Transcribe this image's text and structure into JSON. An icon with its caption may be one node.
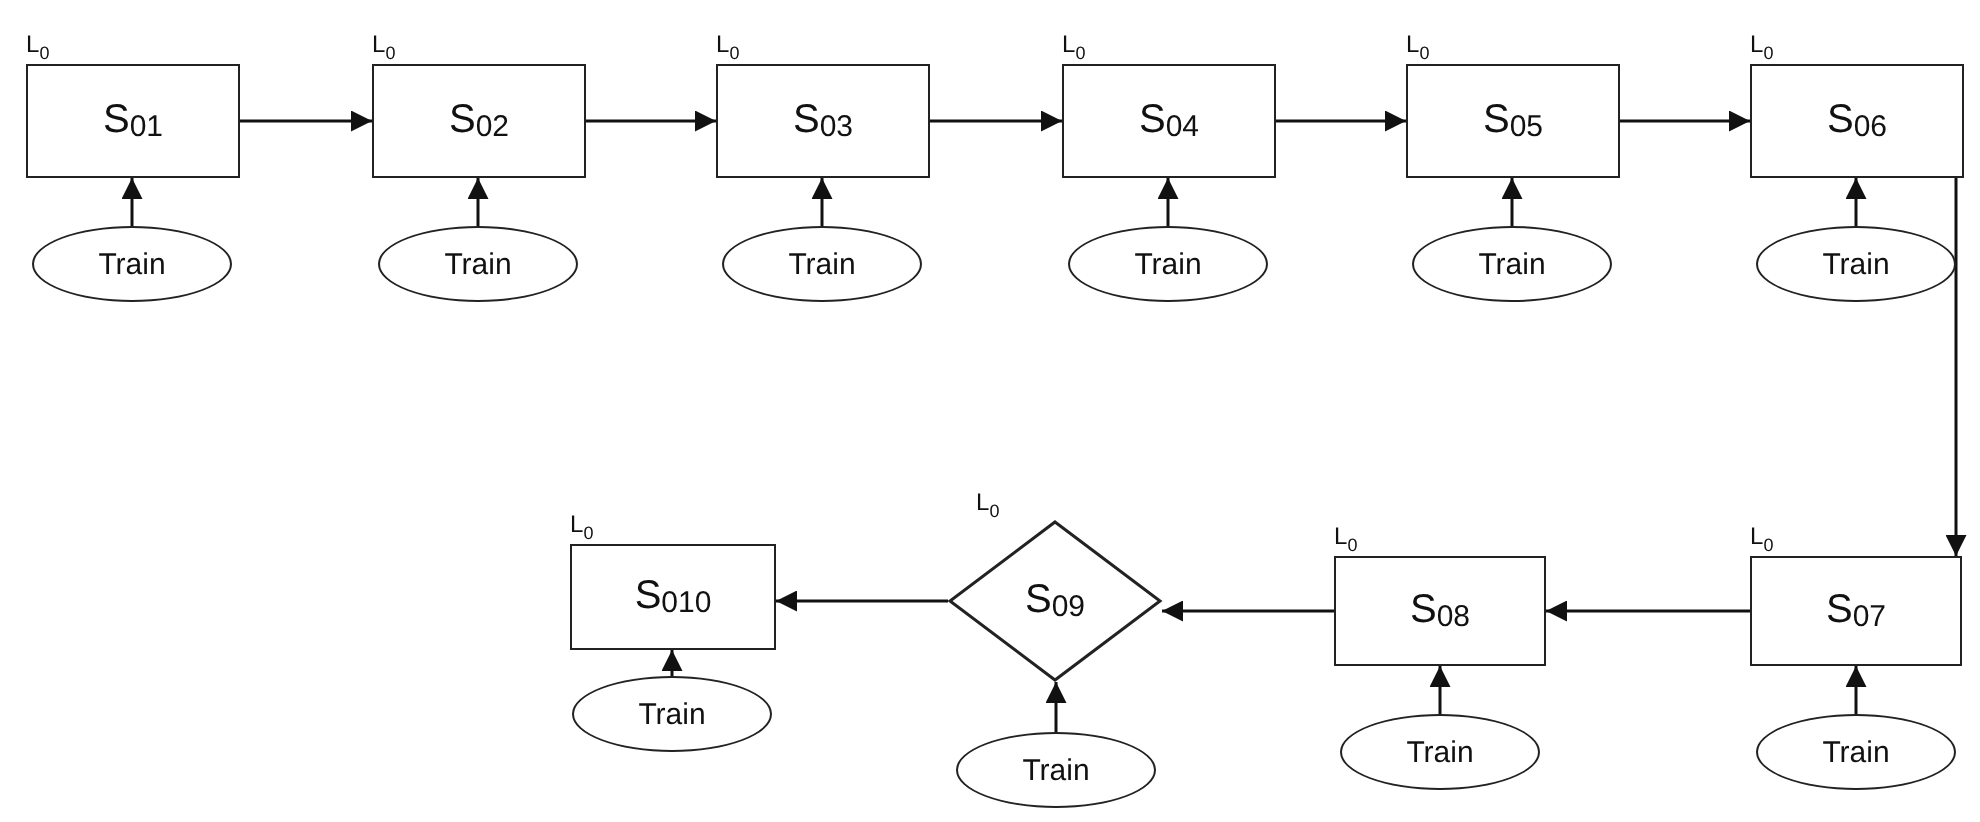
{
  "diagram": {
    "nodes": [
      {
        "text": [
          "S$_{01}$"
        ],
        "beside": [
          "L$_{0}$"
        ]
      },
      {
        "text": [
          "S$_{02}$"
        ],
        "beside": [
          "L$_{0}$"
        ]
      },
      {
        "text": [
          "S$_{03}$"
        ],
        "beside": [
          "L$_{0}$"
        ]
      },
      {
        "text": [
          "S$_{04}$"
        ],
        "beside": [
          "L$_{0}$"
        ]
      },
      {
        "text": [
          "S$_{05}$"
        ],
        "beside": [
          "L$_{0}$"
        ]
      },
      {
        "text": [
          "S$_{06}$"
        ],
        "beside": [
          "L$_{0}$"
        ]
      },
      {
        "text": [
          "S$_{07}$"
        ],
        "beside": [
          "L$_{0}$"
        ]
      },
      {
        "text": [
          "S$_{08}$"
        ],
        "beside": [
          "L$_{0}$"
        ]
      },
      {
        "text": [
          "S$_{09}$"
        ],
        "beside": [
          "L$_{0}$"
        ]
      },
      {
        "text": [
          "S$_{010}$"
        ],
        "beside": [
          "L$_{0}$"
        ]
      },
      {
        "text": [
          "Train"
        ]
      },
      {
        "text": [
          "Train"
        ]
      },
      {
        "text": [
          "Train"
        ]
      },
      {
        "text": [
          "Train"
        ]
      },
      {
        "text": [
          "Train"
        ]
      },
      {
        "text": [
          "Train"
        ]
      },
      {
        "text": [
          "Train"
        ]
      },
      {
        "text": [
          "Train"
        ]
      },
      {
        "text": [
          "Train"
        ]
      },
      {
        "text": [
          "Train"
        ]
      }
    ],
    "edges": [
      {
        "from": 0,
        "to": 1,
        "arrow": "to"
      },
      {
        "from": 1,
        "to": 2,
        "arrow": "to"
      },
      {
        "from": 2,
        "to": 3,
        "arrow": "to"
      },
      {
        "from": 3,
        "to": 4,
        "arrow": "to"
      },
      {
        "from": 4,
        "to": 5,
        "arrow": "to"
      },
      {
        "from": 5,
        "to": 6,
        "arrow": "to"
      },
      {
        "from": 6,
        "to": 7,
        "arrow": "to"
      },
      {
        "from": 7,
        "to": 8,
        "arrow": "to"
      },
      {
        "from": 8,
        "to": 9,
        "arrow": "to"
      },
      {
        "from": 10,
        "to": 0,
        "arrow": "to"
      },
      {
        "from": 11,
        "to": 1,
        "arrow": "to"
      },
      {
        "from": 12,
        "to": 2,
        "arrow": "to"
      },
      {
        "from": 13,
        "to": 3,
        "arrow": "to"
      },
      {
        "from": 14,
        "to": 4,
        "arrow": "to"
      },
      {
        "from": 15,
        "to": 5,
        "arrow": "to"
      },
      {
        "from": 16,
        "to": 6,
        "arrow": "to"
      },
      {
        "from": 17,
        "to": 7,
        "arrow": "to"
      },
      {
        "from": 18,
        "to": 8,
        "arrow": "to"
      },
      {
        "from": 19,
        "to": 9,
        "arrow": "to"
      }
    ]
  }
}
